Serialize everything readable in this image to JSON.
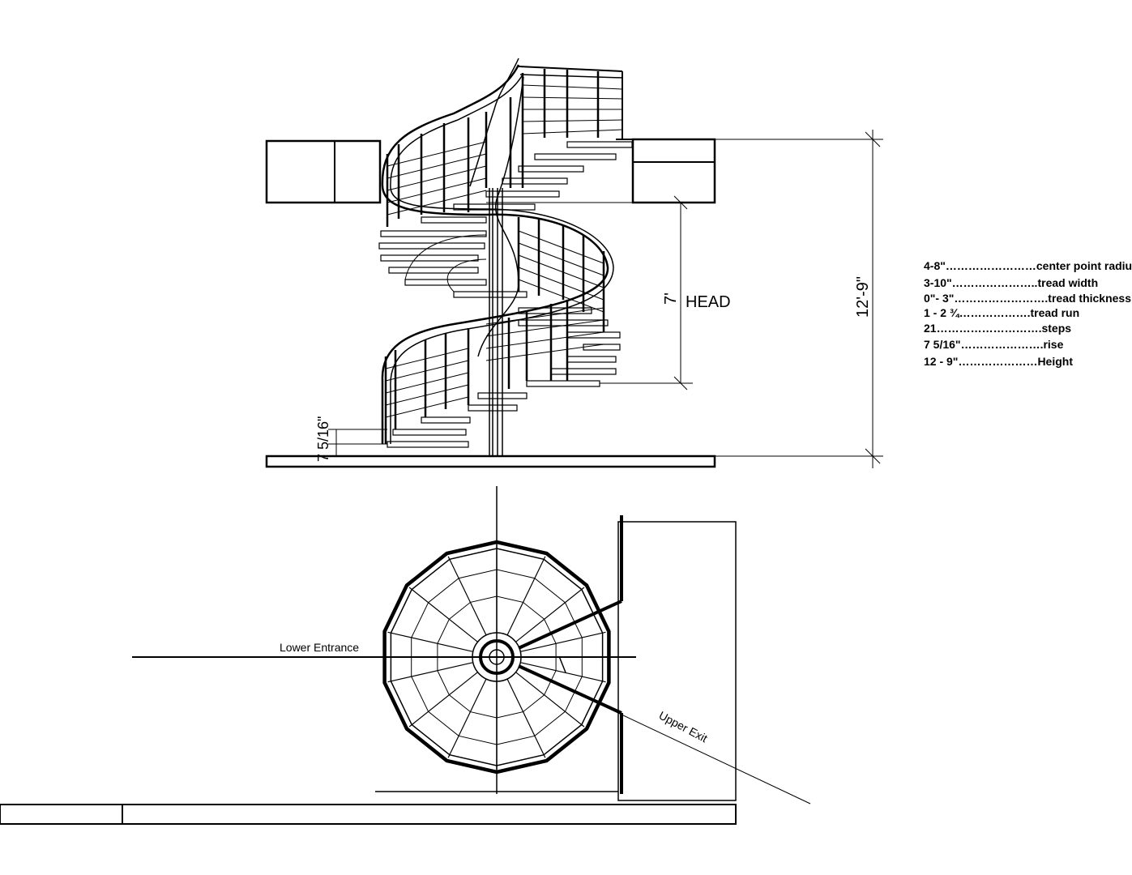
{
  "elevation": {
    "head_label": "HEAD",
    "head_dimension": "7'",
    "total_height_dimension": "12'-9\"",
    "rise_dimension": "7 5/16\""
  },
  "specs": [
    {
      "value": "4-8\"",
      "dots": "……………………",
      "label": "center point radius"
    },
    {
      "value": "3-10\"",
      "dots": "…………………..",
      "label": "tread width"
    },
    {
      "value": "0\"- 3\"",
      "dots": "…………………….",
      "label": "tread thickness"
    },
    {
      "value": "1 - 2 ¾",
      "dots": "……………….",
      "label": "tread run"
    },
    {
      "value": "21",
      "dots": "……………………….",
      "label": "steps"
    },
    {
      "value": "7 5/16\"",
      "dots": "………………….",
      "label": "rise"
    },
    {
      "value": "12 - 9\"",
      "dots": "…………………",
      "label": "Height"
    }
  ],
  "plan": {
    "lower_entrance_label": "Lower Entrance",
    "upper_exit_label": "Upper Exit"
  }
}
